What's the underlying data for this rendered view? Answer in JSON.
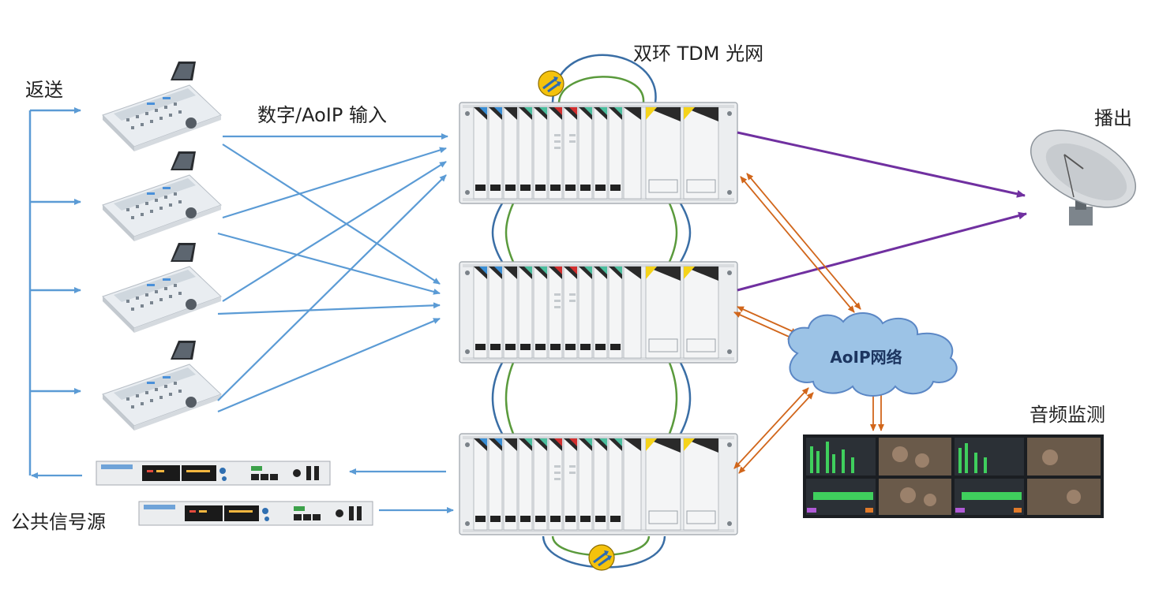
{
  "labels": {
    "return_feed": "返送",
    "digital_aoip_input": "数字/AoIP 输入",
    "dual_ring_tdm": "双环 TDM 光网",
    "broadcast_out": "播出",
    "aoip_network": "AoIP网络",
    "audio_monitoring": "音频监测",
    "public_signal_source": "公共信号源"
  },
  "colors": {
    "input_line": "#5b9bd5",
    "output_line": "#7030a0",
    "aoip_link": "#d1661b",
    "ring_blue": "#3a6ea5",
    "ring_green": "#5a9a3c",
    "cloud_fill": "#9cc3e6",
    "cloud_stroke": "#5b87c5",
    "sync_node": "#f4c20d"
  },
  "icons": {
    "console": "mixing-console-icon",
    "rack": "audio-router-rack-icon",
    "dish": "satellite-dish-icon",
    "sync": "sync-node-icon",
    "monitor": "multiviewer-screen-icon",
    "rack_unit": "rack-unit-device-icon"
  }
}
